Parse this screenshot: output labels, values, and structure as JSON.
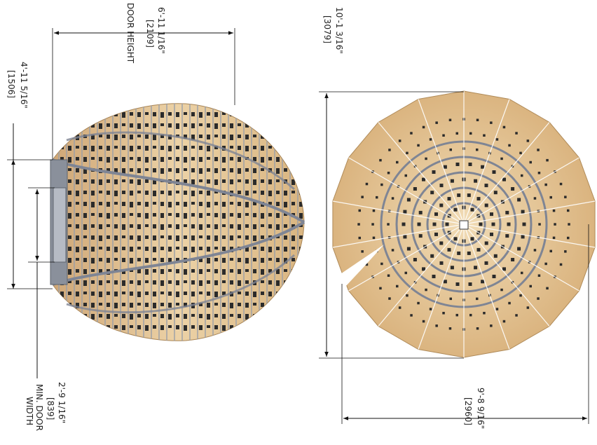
{
  "dimensions": {
    "door_height": {
      "imperial": "6'-11 1/16\"",
      "metric": "[2109]",
      "caption": "DOOR HEIGHT"
    },
    "left_width": {
      "imperial": "4'-11 5/16\"",
      "metric": "[1506]"
    },
    "min_door_width": {
      "imperial": "2'-9 1/16\"",
      "metric": "[839]",
      "caption_line1": "MIN. DOOR",
      "caption_line2": "WIDTH"
    },
    "right_height": {
      "imperial": "10'-1 3/16\"",
      "metric": "[3079]"
    },
    "right_width": {
      "imperial": "9'-8 9/16\"",
      "metric": "[2960]"
    }
  },
  "colors": {
    "wood": "#e2c08f",
    "wood_dark": "#c79e66",
    "rib": "#7f8594",
    "block": "#2b2b2b",
    "door": "#8a909b"
  }
}
